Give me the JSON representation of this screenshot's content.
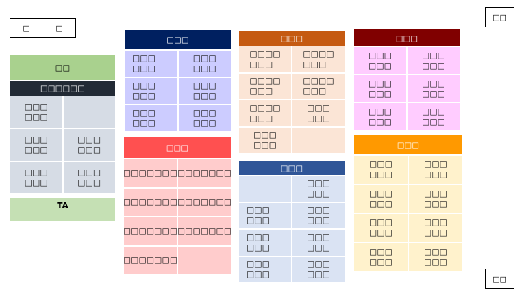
{
  "corner_labels": {
    "top_left": "□ □",
    "top_right": "□□",
    "bottom_right": "□□"
  },
  "colors": {
    "left_header": "#a9d18e",
    "left_subheader": "#222a35",
    "left_cells": "#d6dce5",
    "left_footer": "#c5e0b4",
    "navy_header": "#002060",
    "navy_cells": "#ccccff",
    "red_header": "#ff5050",
    "red_cells": "#ffcccc",
    "orange_header": "#c55a11",
    "orange_cells": "#fbe5d6",
    "blue_header": "#2f5597",
    "blue_cells": "#dae3f3",
    "maroon_header": "#800000",
    "maroon_cells": "#ffccff",
    "amber_header": "#ff9900",
    "amber_cells": "#fff2cc"
  },
  "left_group": {
    "header": "□□",
    "subheader": "□□□□□□",
    "rows": [
      [
        "□□□\n□□□",
        ""
      ],
      [
        "□□□\n□□□",
        "□□□\n□□□"
      ],
      [
        "□□□\n□□□",
        "□□□\n□□□"
      ]
    ],
    "footer": "TA"
  },
  "navy_group": {
    "header": "□□□",
    "rows": [
      [
        "□□□\n□□□",
        "□□□\n□□□"
      ],
      [
        "□□□\n□□□",
        "□□□\n□□□"
      ],
      [
        "□□□\n□□□",
        "□□□\n□□□"
      ]
    ]
  },
  "red_group": {
    "header": "□□□",
    "rows": [
      [
        "□□□□□□□",
        "□□□□□□□"
      ],
      [
        "□□□□□□□",
        "□□□□□□□"
      ],
      [
        "□□□□□□□",
        "□□□□□□□"
      ],
      [
        "□□□□□□□",
        ""
      ]
    ]
  },
  "orange_group": {
    "header": "□□□",
    "rows": [
      [
        "□□□□\n□□□",
        "□□□□\n□□□"
      ],
      [
        "□□□□\n□□□",
        "□□□□\n□□□"
      ],
      [
        "□□□□\n□□□",
        "□□□\n□□□"
      ],
      [
        "□□□\n□□□",
        ""
      ]
    ]
  },
  "blue_group": {
    "header": "□□□",
    "rows": [
      [
        "",
        "□□□\n□□□"
      ],
      [
        "□□□\n□□□",
        "□□□\n□□□"
      ],
      [
        "□□□\n□□□",
        "□□□\n□□□"
      ],
      [
        "□□□\n□□□",
        "□□□\n□□□"
      ]
    ]
  },
  "maroon_group": {
    "header": "□□□",
    "rows": [
      [
        "□□□\n□□□",
        "□□□\n□□□"
      ],
      [
        "□□□\n□□□",
        "□□□\n□□□"
      ],
      [
        "□□□\n□□□",
        "□□□\n□□□"
      ]
    ]
  },
  "amber_group": {
    "header": "□□□",
    "rows": [
      [
        "□□□\n□□□",
        "□□□\n□□□"
      ],
      [
        "□□□\n□□□",
        "□□□\n□□□"
      ],
      [
        "□□□\n□□□",
        "□□□\n□□□"
      ],
      [
        "□□□\n□□□",
        "□□□\n□□□"
      ]
    ]
  }
}
